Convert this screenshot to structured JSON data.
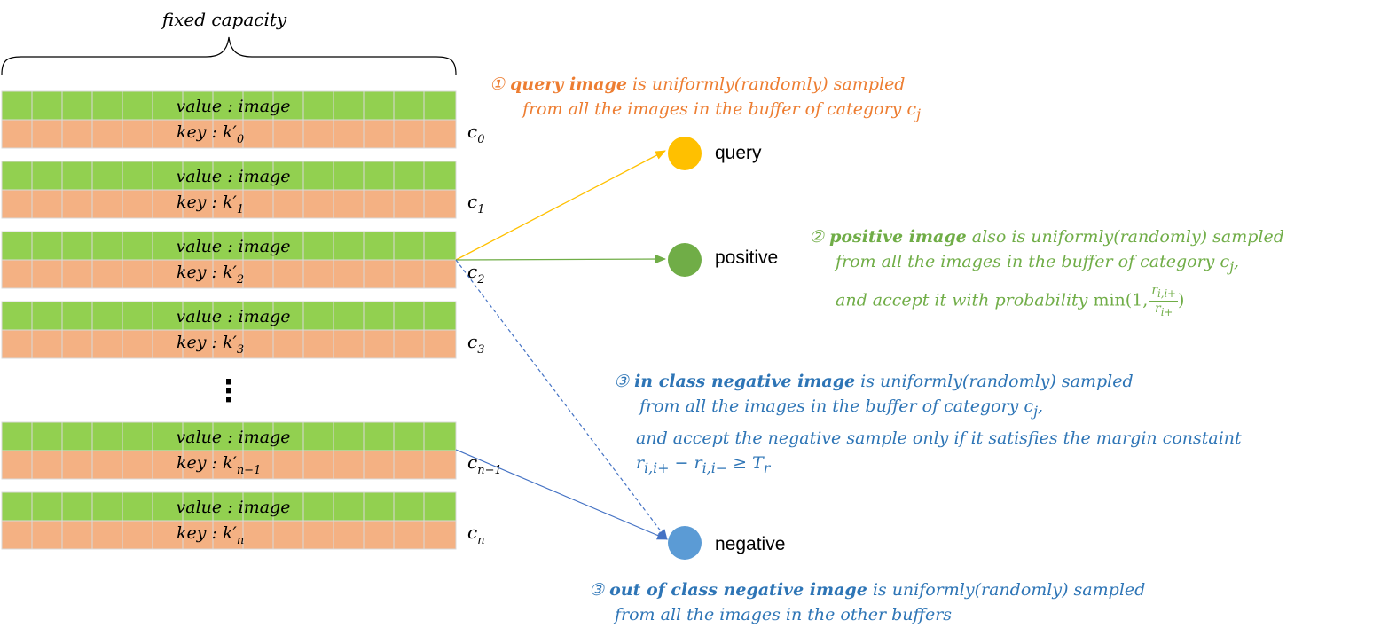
{
  "header": {
    "title": "fixed capacity"
  },
  "buffers": [
    {
      "value_label": "value : image",
      "key_label": "key : k′",
      "key_sub": "0",
      "category": "c",
      "category_sub": "0"
    },
    {
      "value_label": "value : image",
      "key_label": "key : k′",
      "key_sub": "1",
      "category": "c",
      "category_sub": "1"
    },
    {
      "value_label": "value : image",
      "key_label": "key : k′",
      "key_sub": "2",
      "category": "c",
      "category_sub": "2"
    },
    {
      "value_label": "value : image",
      "key_label": "key : k′",
      "key_sub": "3",
      "category": "c",
      "category_sub": "3"
    },
    {
      "value_label": "value : image",
      "key_label": "key : k′",
      "key_sub": "n−1",
      "category": "c",
      "category_sub": "n−1"
    },
    {
      "value_label": "value : image",
      "key_label": "key : k′",
      "key_sub": "n",
      "category": "c",
      "category_sub": "n"
    }
  ],
  "ellipsis": "⋮",
  "nodes": {
    "query": {
      "label": "query",
      "color": "#FFC000"
    },
    "positive": {
      "label": "positive",
      "color": "#70AD47"
    },
    "negative": {
      "label": "negative",
      "color": "#5B9BD5"
    }
  },
  "annotations": {
    "query": {
      "marker": "①",
      "bold": "query image",
      "line1_rest": " is uniformly(randomly) sampled",
      "line2": "from all the images in the buffer of category c",
      "line2_sub": "j"
    },
    "positive": {
      "marker": "②",
      "bold": "positive image",
      "line1_rest": " also is uniformly(randomly) sampled",
      "line2": "from all the images in the buffer of category c",
      "line2_sub": "j",
      "line2_end": ",",
      "line3": "and accept it with probability ",
      "line3_math": "min(1,",
      "frac_num": "r",
      "frac_num_sub": "i,i+",
      "frac_den": "r",
      "frac_den_sub": "i+",
      "line3_close": ")"
    },
    "in_class_negative": {
      "marker": "③",
      "bold": "in class negative image",
      "line1_rest": " is uniformly(randomly) sampled",
      "line2": "from all the images in the buffer of category c",
      "line2_sub": "j",
      "line2_end": ",",
      "line3": "and accept the negative sample only if it satisfies the margin constaint",
      "line4_a": "r",
      "line4_a_sub": "i,i+",
      "line4_op": " − ",
      "line4_b": "r",
      "line4_b_sub": "i,i−",
      "line4_rel": " ≥ ",
      "line4_c": "T",
      "line4_c_sub": "r"
    },
    "out_class_negative": {
      "marker": "③",
      "bold": "out of class negative image",
      "line1_rest": " is uniformly(randomly) sampled",
      "line2": "from all the images in the other buffers"
    }
  },
  "colors": {
    "value_cell": "#92D050",
    "key_cell": "#F4B183",
    "cell_border": "#D9D9D9",
    "query_arrow": "#FFC000",
    "positive_arrow": "#70AD47",
    "negative_arrow": "#4472C4"
  }
}
